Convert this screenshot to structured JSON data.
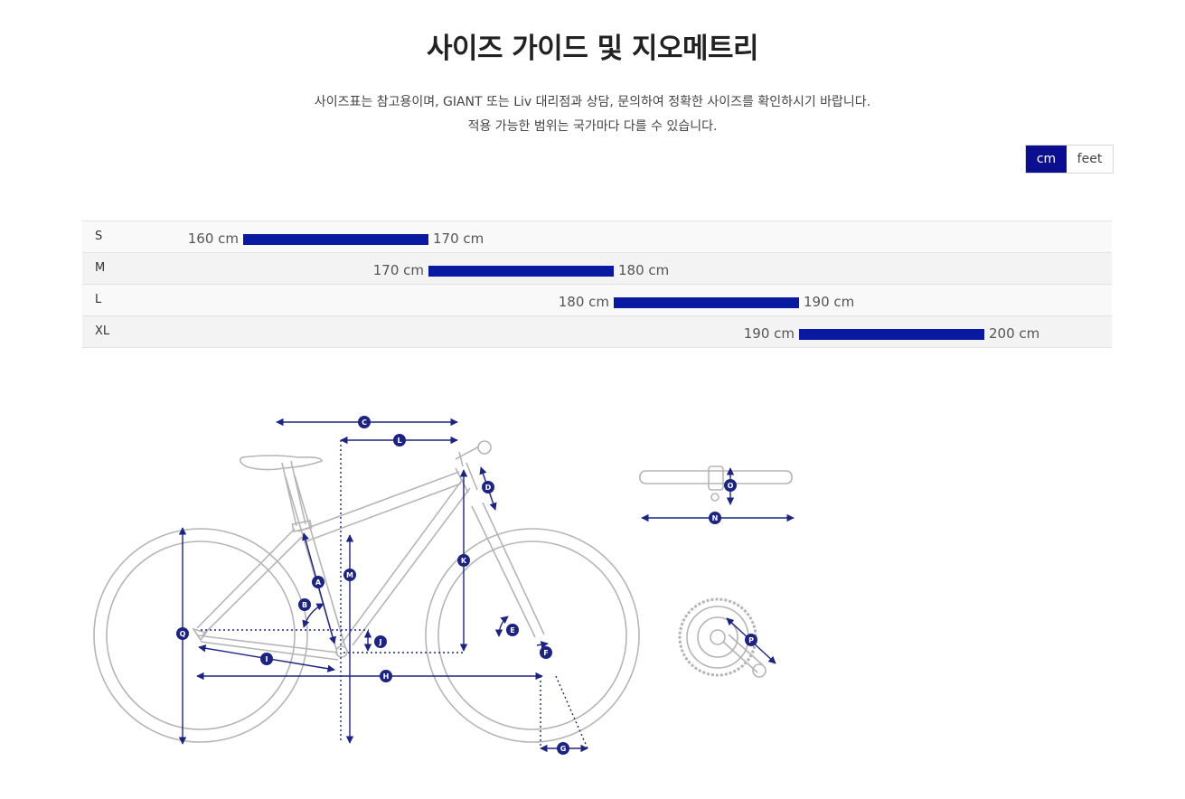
{
  "page": {
    "title": "사이즈 가이드 및 지오메트리",
    "description_line1": "사이즈표는 참고용이며, GIANT 또는 Liv 대리점과 상담, 문의하여 정확한 사이즈를 확인하시기 바랍니다.",
    "description_line2": "적용 가능한 범위는 국가마다 다를 수 있습니다."
  },
  "unit_toggle": {
    "options": [
      "cm",
      "feet"
    ],
    "selected": "cm"
  },
  "size_chart": {
    "rows": [
      {
        "size": "S",
        "min": "160 cm",
        "max": "170 cm",
        "min_value": 160,
        "max_value": 170
      },
      {
        "size": "M",
        "min": "170 cm",
        "max": "180 cm",
        "min_value": 170,
        "max_value": 180
      },
      {
        "size": "L",
        "min": "180 cm",
        "max": "190 cm",
        "min_value": 180,
        "max_value": 190
      },
      {
        "size": "XL",
        "min": "190 cm",
        "max": "200 cm",
        "min_value": 190,
        "max_value": 200
      }
    ],
    "bar_color": "#0a1aa0"
  },
  "geometry_labels": {
    "A": "A",
    "B": "B",
    "C": "C",
    "D": "D",
    "E": "E",
    "F": "F",
    "G": "G",
    "H": "H",
    "I": "I",
    "J": "J",
    "K": "K",
    "L": "L",
    "M": "M",
    "N": "N",
    "O": "O",
    "P": "P",
    "Q": "Q"
  },
  "colors": {
    "accent": "#0b0f8f",
    "dimension_line": "#1c2380",
    "bike_outline": "#b5b5b5"
  }
}
